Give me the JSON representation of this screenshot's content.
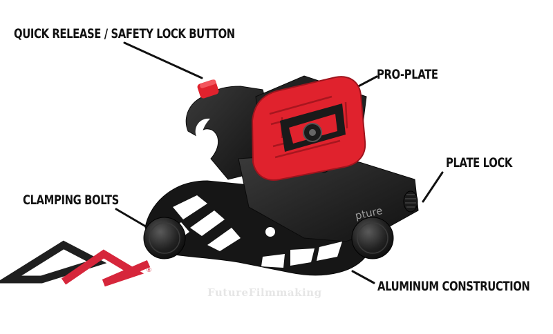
{
  "labels": {
    "quick_release": "QUICK RELEASE / SAFETY LOCK BUTTON",
    "pro_plate": "PRO-PLATE",
    "plate_lock": "PLATE LOCK",
    "clamping_bolts": "CLAMPING BOLTS",
    "aluminum": "ALUMINUM CONSTRUCTION"
  },
  "product_text": "pture",
  "watermark": "FutureFilmmaking",
  "registered_mark": "®",
  "colors": {
    "body": "#1a1a1a",
    "accent_red": "#e0222d",
    "logo_black": "#1f1f1f",
    "logo_red": "#d6263b"
  }
}
